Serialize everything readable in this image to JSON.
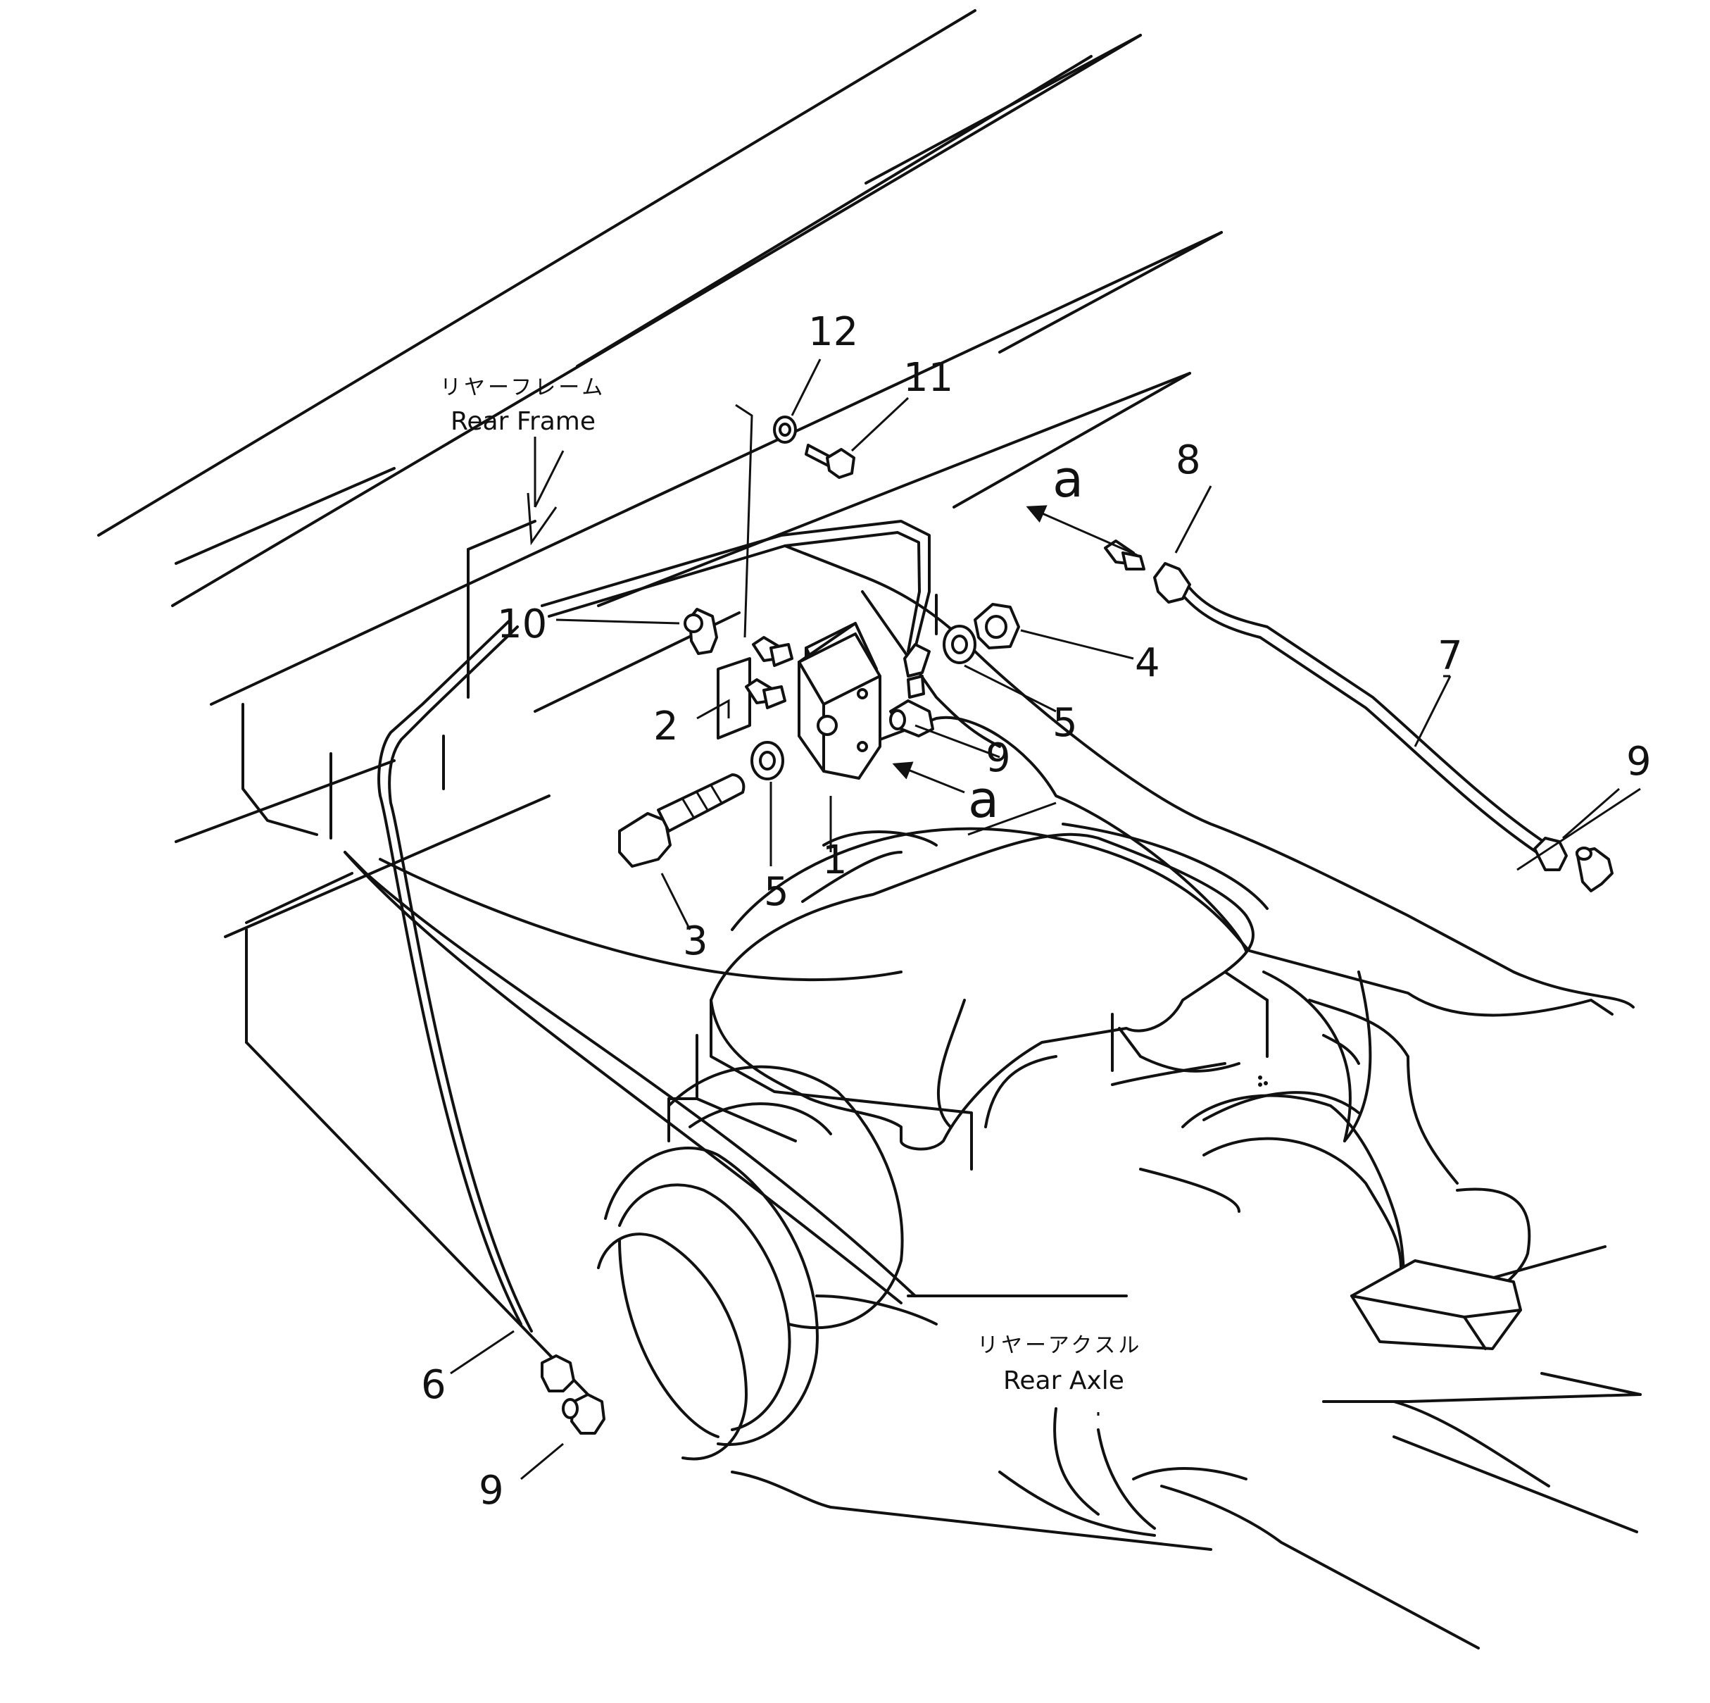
{
  "callouts": {
    "c1": "1",
    "c2": "2",
    "c3": "3",
    "c4": "4",
    "c5a": "5",
    "c5b": "5",
    "c6": "6",
    "c7": "7",
    "c8": "8",
    "c9a": "9",
    "c9b": "9",
    "c9c": "9",
    "c10": "10",
    "c11": "11",
    "c12": "12"
  },
  "view_markers": {
    "a1": "a",
    "a2": "a"
  },
  "labels": {
    "rear_frame_jp": "リヤーフレーム",
    "rear_frame_en": "Rear Frame",
    "rear_axle_jp": "リヤーアクスル",
    "rear_axle_en": "Rear Axle"
  }
}
